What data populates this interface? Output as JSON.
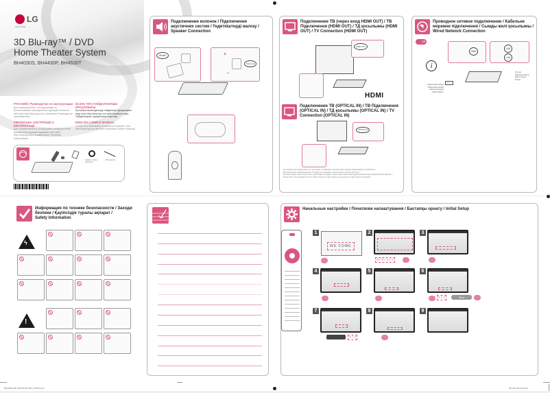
{
  "cover": {
    "brand": "LG",
    "tagline": "Life's Good",
    "title_line1": "3D Blu-ray™ / DVD",
    "title_line2": "Home Theater System",
    "models": "BH4030S, BH4430P, BH4530T"
  },
  "languages": [
    {
      "heading": "РУССКИЙ | Руководство по эксплуатации",
      "body": "Для ознакомления с инструкциями по использованию расширенных функций посетите веб-сайт http://www.lg.com и загрузите Руководство пользователя."
    },
    {
      "heading": "УКРАЇНСЬКА | ІНСТРУКЦІЯ З ЕКСПЛУАТАЦІЇ",
      "body": "Для ознайомлення з інструкціями з використання розширених функцій відвідайте веб-сайт http://www.lg.com та завантажте Посібник користувача."
    },
    {
      "heading": "ҚАЗАҚ ТІЛІ | ПАЙДАЛАНУШЫ НҰСҚАУЛЫҒЫ",
      "body": "Қосымша мүмкіндіктерді пайдалану нұсқауларын көру үшін http://www.lg.com веб-торабына кіріп, Пайдаланушы нұсқаулығын жүктеңіз."
    },
    {
      "heading": "ENGLISH | SIMPLE MANUAL",
      "body": "To view the instructions of advanced features, visit http://www.lg.com and then download Owner's Manual."
    }
  ],
  "accessories": {
    "items": [
      "Remote control",
      "Batteries",
      "Speaker cables (Optional)",
      "FM antenna"
    ],
    "speaker_cable_label": "Speaker cables (Optional)",
    "fm_antenna_label": "FM antenna"
  },
  "speaker_connection": {
    "title": "Подключение колонок / Підключення акустичних систем / Үндеткіштерді жалғау /",
    "title_en": "Speaker Connection",
    "label_left": "Woofer",
    "label_right": "Surround",
    "plus": "+",
    "minus": "−"
  },
  "tv_hdmi": {
    "title": "Подключение ТВ (через вход HDMI OUT) / ТВ Підключення (HDMI OUT) / ТД қосылымы (HDMI OUT) /",
    "title_en": "TV Connection (HDMI OUT)",
    "hdmi_logo": "HDMI",
    "port_label": "HDMI OUT"
  },
  "tv_optical": {
    "title": "Подключение ТВ (OPTICAL IN) / ТВ Підключення (OPTICAL IN) / ТД қосылымы (OPTICAL IN) / TV",
    "title_en": "Connection (OPTICAL IN)",
    "port_label": "OPTICAL IN",
    "notes": [
      "Для правильного подключения см. инструкции к телевизору, стереосистеме и другим подключаемым устройствам. /",
      "Для правильного підключення див. інструкції до телевізора, стереосистеми та інших пристроїв. /",
      "Ең жақсы қосуды жүзеге асыру үшін, ұнемі Сіздің теледидар, стерео жүйе немесе басқа құрылғыларыңыздың нұсқаулықтарын қараңыз. /",
      "Please refer to the manuals of your TV, Stereo System or other devices as necessary to make the best connections."
    ]
  },
  "wired_network": {
    "title": "Проводное сетевое подключение / Кабельне мережне підключення / Сымды желі қосылымы /",
    "title_en": "Wired Network Connection",
    "badge": "19",
    "wan_label": "WAN",
    "lan_label": "LAN",
    "router_labels": [
      "Роутер",
      "Маршрутизатор",
      "Бағыттауыш",
      "Router"
    ],
    "modem_labels": [
      "Кабельный модем",
      "Кабельний модем",
      "Кабельді модем",
      "Cable Modem"
    ]
  },
  "safety": {
    "title": "Информация по технике безопасности / Заходи безпеки / Қауіпсіздік туралы ақпарат /",
    "title_en": "Safety Information"
  },
  "notes_page": {
    "line_count": 14
  },
  "initial_setup": {
    "title": "Начальные настройки / Початкове налаштування / Бастапқы орнату / Initial Setup",
    "steps": [
      "1",
      "2",
      "3",
      "4",
      "5",
      "6",
      "7",
      "8",
      "9"
    ],
    "welcome_text": "WE COME",
    "nav_hint_lr": "< / >",
    "nav_hint_all": "Λ / V / < / >",
    "next_label": "Next"
  },
  "footer": {
    "left": "BH4030S-FB_DRUSLLB_MAN_OSM.indd 1",
    "right": "2014.01.09 11:04:23"
  },
  "colors": {
    "accent": "#d9577f",
    "accent_light": "#e9a0b6",
    "border": "#b8b8b8",
    "text": "#222222"
  }
}
